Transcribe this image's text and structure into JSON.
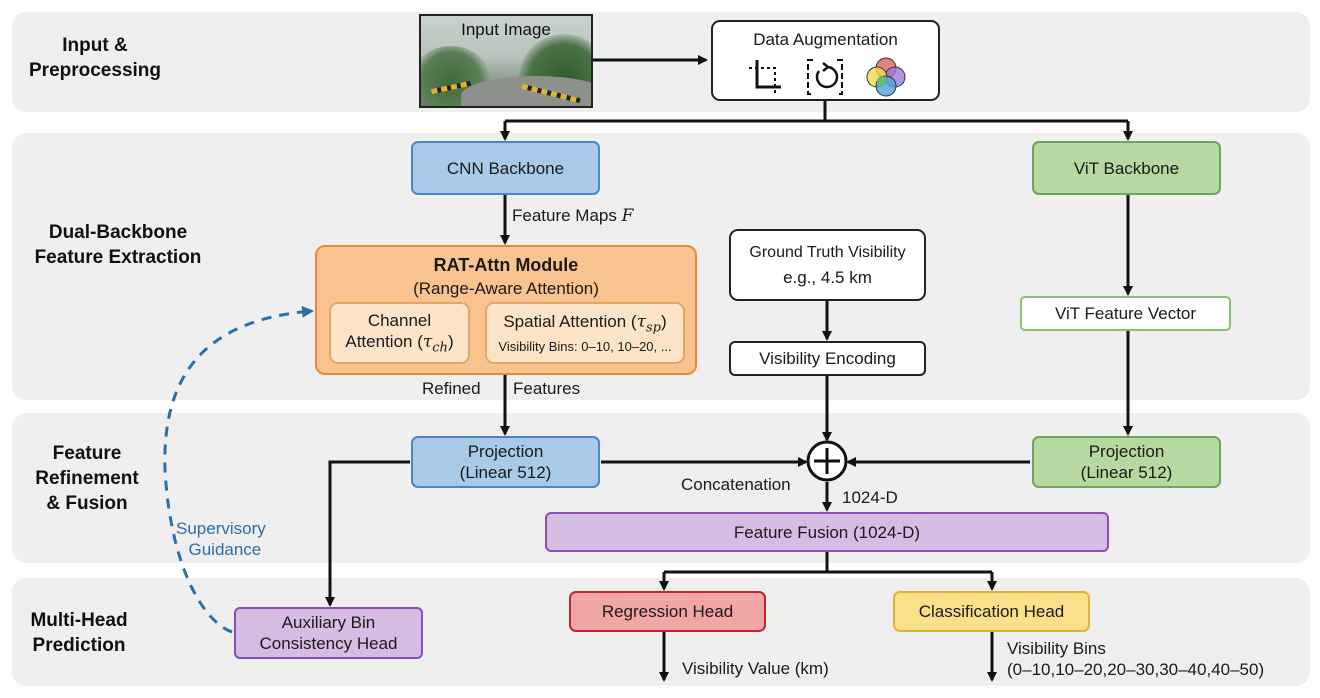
{
  "stages": [
    {
      "label_lines": [
        "Input &",
        "Preprocessing"
      ]
    },
    {
      "label_lines": [
        "Dual-Backbone",
        "Feature Extraction"
      ]
    },
    {
      "label_lines": [
        "Feature",
        "Refinement",
        "& Fusion"
      ]
    },
    {
      "label_lines": [
        "Multi-Head",
        "Prediction"
      ]
    }
  ],
  "input": {
    "image_label": "Input Image",
    "augmentation_label": "Data Augmentation",
    "augmentation_icons": [
      "crop-icon",
      "rotate-icon",
      "color-jitter-icon"
    ]
  },
  "backbones": {
    "cnn": "CNN Backbone",
    "vit": "ViT Backbone",
    "feature_maps_label": "Feature Maps",
    "feature_maps_symbol": "F",
    "vit_feature_vector": "ViT Feature Vector"
  },
  "rat": {
    "title": "RAT-Attn Module",
    "subtitle": "(Range-Aware Attention)",
    "channel_line1": "Channel",
    "channel_line2": "Attention (",
    "channel_symbol": "τ",
    "channel_sub": "ch",
    "spatial_line1": "Spatial Attention (",
    "spatial_symbol": "τ",
    "spatial_sub": "sp",
    "spatial_note": "Visibility Bins: 0–10, 10–20, ...",
    "close_paren": ")",
    "refined_left": "Refined",
    "refined_right": "Features"
  },
  "ground_truth": {
    "line1": "Ground Truth Visibility",
    "line2": "e.g., 4.5 km",
    "encoding": "Visibility Encoding"
  },
  "fusion": {
    "proj_cnn_line1": "Projection",
    "proj_cnn_line2": "(Linear 512)",
    "proj_vit_line1": "Projection",
    "proj_vit_line2": "(Linear 512)",
    "concat_label": "Concatenation",
    "dim_label": "1024-D",
    "fusion_box": "Feature Fusion (1024-D)",
    "supervisory_line1": "Supervisory",
    "supervisory_line2": "Guidance"
  },
  "heads": {
    "aux_line1": "Auxiliary Bin",
    "aux_line2": "Consistency Head",
    "regression": "Regression Head",
    "regression_output": "Visibility Value (km)",
    "classification": "Classification Head",
    "classification_output_line1": "Visibility Bins",
    "classification_output_line2": "(0–10,10–20,20–30,30–40,40–50)"
  },
  "colors": {
    "cnn_blue": "#a9c9e9",
    "vit_green": "#b6d8a1",
    "rat_orange": "#f9c38f",
    "fusion_purple": "#d5bce3",
    "regression_red": "#f2a5a5",
    "classification_yellow": "#fbe08a",
    "supervisory_blue": "#2d6ea8"
  }
}
